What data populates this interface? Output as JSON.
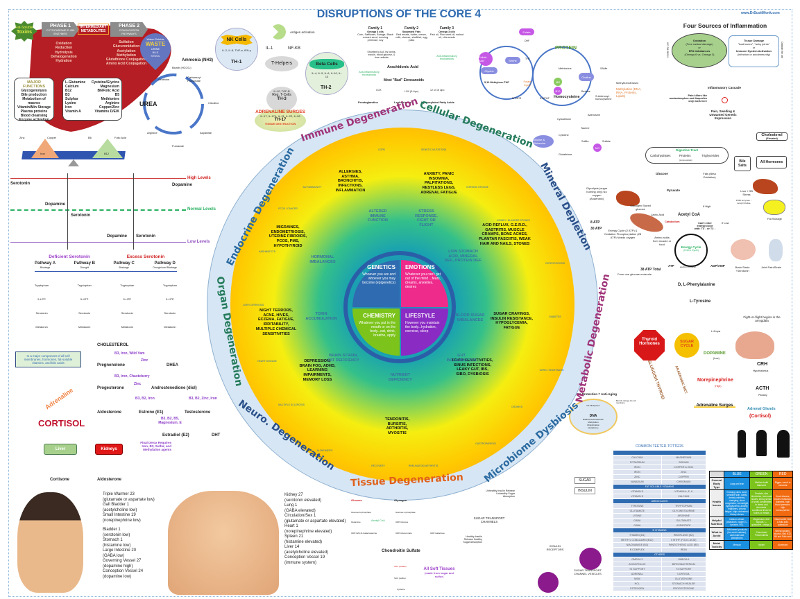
{
  "title": "DISRUPTIONS OF THE CORE 4",
  "website": "www.DrScottMonk.com",
  "liver": {
    "toxins": {
      "top": "Fat-Soluble",
      "bottom": "Toxins"
    },
    "phase1": {
      "label": "PHASE 1",
      "sub": "CYTOCHROME P-450 ENZYMES",
      "steps": [
        "Oxidation",
        "Reduction",
        "Hydrolysis",
        "Dehalogenation",
        "Hydration"
      ]
    },
    "intermediary": "INTERMEDIARY METABOLITES",
    "phase2": {
      "label": "PHASE 2",
      "sub": "CONJUGATION PATHWAYS",
      "steps": [
        "Sulfation",
        "Glucuronidation",
        "Acetylation",
        "Methylation",
        "Glutathione Conjugation",
        "Amino Acid Conjugation"
      ]
    },
    "waste": {
      "top": "Water-Soluble",
      "main": "WASTE",
      "sub": [
        "URINE",
        "BILE",
        "STOOL"
      ]
    },
    "functions": {
      "title": "MAJOR FUNCTIONS",
      "items": [
        "Glycogenolysis",
        "Bile production",
        "Metabolism of macros",
        "Vitamin/Min Storage",
        "Plasma proteins",
        "Blood cleansing",
        "Enzyme activation"
      ]
    },
    "nutrients_left": [
      "L-Glutamine",
      "Calcium",
      "B12",
      "B3",
      "Sulphur",
      "Lysine",
      "Iron",
      "Vitamin A"
    ],
    "nutrients_right": [
      "Cysteine/Glycine",
      "Magnesium",
      "B6/Folic Acid",
      "B5",
      "Methionine",
      "Arginine",
      "Copper/Zinc",
      "Vitamins D/E/K"
    ]
  },
  "urea": {
    "title": "UREA",
    "nodes": [
      "Ammonia (NH3)",
      "Bicarb (HCO3-)",
      "Carbamoyl Phosphate",
      "Citrulline",
      "Aspartate",
      "Fumarate",
      "Arginine",
      "Ornithine"
    ]
  },
  "mineral_balance": {
    "labels": [
      "Zinc",
      "Copper",
      "Iron",
      "B6",
      "Folic Acid",
      "B12"
    ]
  },
  "immune": {
    "antigen": "Antigen activation",
    "apc": "APC",
    "il1": "IL-1",
    "nfkb": "NF-KB",
    "nk": {
      "label": "NK Cells",
      "cytokines": "IL-2, IL-8, TNF-a, IFN-y",
      "th": "TH-1"
    },
    "thelpers": "T-Helpers",
    "beta": {
      "label": "Beta Cells",
      "cytokines": "IL-4, IL-5, IL-6, IL-10, IL-13",
      "th": "TH-2"
    },
    "treg": {
      "cytokines": "IL-10, TGF-B",
      "label": "Reg. T-Cells",
      "th": "TH-3"
    },
    "surges": {
      "label": "ADRENALINE SURGES",
      "cytokines": "IL-17, IL-17A, IL-21, IL-22, IL-26",
      "th": "TH-17",
      "sub": "TISSUE DESTRUCTION"
    }
  },
  "eicosanoids": {
    "families": [
      {
        "name": "Family 1",
        "type": "Omega 6 oils",
        "desc": "Corn, Safflower, Borage, Black currant seed, evening primrose, soy"
      },
      {
        "name": "Family 2",
        "type": "Saturated Fats",
        "desc": "Red meats, butter, cream, milk, cheese, shellfish, egg yolks"
      },
      {
        "name": "Family 3",
        "type": "Omega 3 oils",
        "desc": "Fish oil, Flax seed oil, walnut oil, chia seeds"
      }
    ],
    "shunted": "Shunted to A.A. by toxins, insulin, blood glucose, & free radicals",
    "anti1": "Anti-inflammatory eicosanoids",
    "anti3": "Anti-inflammatory eicosanoids",
    "arachidonic": "Arachidonic Acid",
    "bad": "Most \"Bad\" Eicosanoids",
    "cox": "COX",
    "lox": "LOX (5-Lipo)",
    "lipo": "12 or 15 Lipo",
    "products": [
      "Prostaglandins",
      "Leukotrienes",
      "Hydroxylated Fatty Acids"
    ]
  },
  "methylation": {
    "protein": "PROTEIN",
    "folate_cycle": "Folate Cycle",
    "homocysteine": "Homocysteine",
    "nodes": [
      "Folate",
      "DHF",
      "DHFR",
      "THF",
      "Serine",
      "Glycine",
      "B6",
      "Folinic Acid",
      "5,10 Methylene-THF",
      "B2",
      "MTHFR",
      "5-MTHF",
      "MS",
      "B12",
      "Methionine",
      "ATP",
      "Pi + PG",
      "SAMe",
      "Choline",
      "Betaine",
      "Methyltransferases",
      "S-Adenosyl-homocysteine",
      "Adenosine",
      "Cystathione",
      "Taurine",
      "Cysteine",
      "Sulfite",
      "Sulfate",
      "MO",
      "Glycine & Glutamine",
      "Glutathione"
    ],
    "methylation_out": "Methylation (DNA, RNA, Proteins, Lipids)"
  },
  "inflammation": {
    "title": "Four Sources of Inflammation",
    "inside": "Inside the cell",
    "outside": "Outside the cell",
    "oxidation": {
      "l1": "Oxidation",
      "l2": "(Free radical damage)",
      "or": "or",
      "l3": "EFA Imbalances",
      "l4": "(Omega 6 vs. Omega 3)"
    },
    "tissue": {
      "l1": "Tissue Damage",
      "l2": "\"bad knees\", \"achy joints\"",
      "or": "or",
      "l3": "Immune System Activation",
      "l4": "(infection or autoimmunity)"
    },
    "cascade": "Inflammatory Cascade",
    "painkillers": "Pain killers like acetaminophen and ibuprofen only work here",
    "result": "Pain, Swelling & Unwanted Genetic Expression"
  },
  "energy": {
    "cholesterol": "Cholesterol",
    "elevated": "(Elevated)",
    "bile": "Bile Salts",
    "hormones": "All Hormones",
    "digestive": "Digestive Tract",
    "carbs": "Carbohydrates",
    "proteins": "Proteins",
    "amino": "(Amino Acids)",
    "trigly": "Triglycerides",
    "glucose": "Glucose",
    "pyruvate": "Pyruvate",
    "fats": "Fats (Beta Oxidation)",
    "glycolysis": "Glycolysis (sugar burning only) No oxygen (Anaerobic)",
    "glycogen": "Glycogen Stored glucose",
    "lactic": "Lactic Acid",
    "acetyl": "Acetyl CoA",
    "ifhigh": "If High",
    "iflow": "If Low",
    "catabolism": "Catabolism",
    "cantenter": "Can't enter energy cycle with: T4 ↓ or T3 ↓",
    "liverstress": "Liver / GB Stress",
    "p450": "P450 enzymes ↑ Acetyl Choline",
    "fatstorage": "Fat Storage",
    "atp8": "8 ATP",
    "atp30": "30 ATP",
    "energy_desc": "Energy Cycle (2 ATP) & Oxidative Phosphorylation (28 ATP) Needs oxygen",
    "aminomuscle": "Amino acids from muscle or food",
    "krebs": "Energy Cycle",
    "krebs_sub": "(Kreb's Cycle)",
    "atp": "ATP",
    "transport": "electron transport",
    "adp": "ADP/AMP",
    "total": "38 ATP Total",
    "total_sub": "From one glucose molecule",
    "brain": "Brain Strain ↑Serotonin",
    "joint": "Joint Pain/Strain"
  },
  "adrenal": {
    "phenyl": "D, L-Phenylalanine",
    "tyrosine": "L-Tyrosine",
    "thyroid": "Thyroid Hormones",
    "sugar": "SUGAR CYCLE",
    "ldopa": "L-Dopa",
    "dopamine": "DOPAMINE",
    "dop_sub": "(Low)",
    "norepi": "Norepinephrine",
    "norepi_sub": "(High)",
    "fight": "Fight-or-flight begins in the amygdala",
    "crh": "CRH",
    "hypo": "Hypothalamus",
    "acth": "ACTH",
    "pit": "Pituitary",
    "glands": "Adrenal Glands",
    "cortisol": "(Cortisol)",
    "sluggish": "SLUGGISH THYROID",
    "anaerobic": "ANAEROBIC MET.",
    "surges": "Adrenaline Surges"
  },
  "dna": {
    "title": "DNA Protection = Anti-Aging",
    "nfkb": "NF-kB System",
    "inos": "iNOS",
    "oxidation": "Oxidation",
    "bad": "Bad oils damage the cell membrane",
    "center": "DNA",
    "lines": [
      "Balanced Eicosanoids",
      "Methylation",
      "Ubiquitination",
      "Glutathione"
    ]
  },
  "serotonin": {
    "levels": [
      "High Levels",
      "Normal Levels",
      "Low Levels"
    ],
    "labels": [
      "Serotonin",
      "Dopamine"
    ],
    "deficient": "Deficient Serotonin",
    "excess": "Excess Serotonin",
    "pathways": [
      {
        "name": "Pathway A",
        "sub": "Blockage"
      },
      {
        "name": "Pathway B",
        "sub": "Drought"
      },
      {
        "name": "Pathway C",
        "sub": "Blockage"
      },
      {
        "name": "Pathway D",
        "sub": "Drought and Blockage"
      }
    ],
    "chain": [
      "Tryptophan",
      "5-HTP",
      "Serotonin",
      "Melatonin"
    ]
  },
  "steroid": {
    "note": "Is a major component of all cell membranes, hormones, fat-soluble vitamins, and bile acids",
    "cholesterol": "CHOLESTEROL",
    "c1": "B3, Iron, Wild Yam",
    "pregnenolone": "Pregnenolone",
    "zinc": "Zinc",
    "dhea": "DHEA",
    "c2": "B3, Iron, Chasteberry",
    "progesterone": "Progesterone",
    "andro": "Androstenedione (diol)",
    "c3": "B3, B2, Iron",
    "c4": "B3, B2, Zinc, Iron",
    "adrenaline": "Adrenaline",
    "cortisol": "CORTISOL",
    "aldosterone": "Aldosterone",
    "estrone": "Estrone (E1)",
    "testosterone": "Testosterone",
    "c5": "B3, B2, B5, Magnesium, E",
    "estradiol": "Estradiol (E2)",
    "dht": "DHT",
    "detox": "Final Detox Requires Iron, B3, Sulfur, and Methylation agents",
    "liver": "Liver",
    "kidneys": "Kidneys",
    "cortisone": "Cortisone",
    "aldo2": "Aldosterone"
  },
  "face_points": [
    {
      "name": "Triple Warmer 23",
      "note": "(glutamate or aspartate low)"
    },
    {
      "name": "Gall Bladder 1",
      "note": "(acetylcholine low)"
    },
    {
      "name": "Small Intestine 19",
      "note": "(norepinephrine low)"
    },
    {
      "name": "Bladder 1",
      "note": "(serotonin low)"
    },
    {
      "name": "Stomach 1",
      "note": "(histamine low)"
    },
    {
      "name": "Large Intestine 20",
      "note": "(GABA low)"
    },
    {
      "name": "Governing Vessel 27",
      "note": "(dopamine high)"
    },
    {
      "name": "Conception Vessel 24",
      "note": "(dopamine low)"
    }
  ],
  "chest_points": [
    {
      "name": "Kidney 27",
      "note": "(serotonin elevated)"
    },
    {
      "name": "Lung 1",
      "note": "(GABA elevated)"
    },
    {
      "name": "Circulation/Sex 1",
      "note": "(glutamate or aspartate elevated)"
    },
    {
      "name": "Heart 1",
      "note": "(norepinephrine elevated)"
    },
    {
      "name": "Spleen 21",
      "note": "(histamine elevated)"
    },
    {
      "name": "Liver 14",
      "note": "(acetylcholine elevated)"
    },
    {
      "name": "Conception Vessel 19",
      "note": "(immune system)"
    }
  ],
  "chondroitin": {
    "glucose": "Glucose",
    "glycogen": "Glycogen",
    "g6p": "Glucose-6-phosphate",
    "g1p": "Glucose-1-phosphate",
    "acetyl": "Acetyl CoA",
    "glutamine": "Glutamine",
    "udpglucose": "UDP-Glucose",
    "udpnac": "UDP-NAc-D-Galactosamine",
    "udpgluc": "UDP-Glucuronate",
    "udpgal": "UDP-Galactose",
    "main": "Chondroitin Sulfate",
    "so4": "SO4 (sulfate)",
    "so3": "SO3 (sulfite)",
    "cysteine": "Cysteine",
    "soft": "All Soft Tissues",
    "soft_sub": "(made from sugar and sulfur)"
  },
  "insulin": {
    "sugar": "SUGAR",
    "insulin": "INSULIN",
    "unhealthy": "Unhealthy Insulin Release Unhealthy Sugar Absorption",
    "healthy": "Healthy Insulin Release Healthy Sugar Absorption",
    "channels": "SUGAR TRANSPORT CHANNELS",
    "receptors": "INSULIN RECEPTORS",
    "vesicles": "SUGAR TRANSPORT CHANNEL VESICLES"
  },
  "teeter": {
    "title": "COMMON TEETER-TOTTERS",
    "sections": [
      {
        "head": "",
        "rows": [
          [
            "CALCIUM",
            "MAGNESIUM"
          ],
          [
            "POTASSIUM",
            "SODIUM"
          ],
          [
            "IRON",
            "COPPER & ZINC"
          ],
          [
            "IRON",
            "ZINC"
          ],
          [
            "ZINC",
            "COPPER"
          ],
          [
            "VANADIUM",
            "CHROMIUM"
          ]
        ]
      },
      {
        "head": "FAT SOLUBLE VITAMINS",
        "rows": [
          [
            "VITAMIN D",
            "VITAMIN A, E, K"
          ],
          [
            "VITAMIN D",
            "CALCIUM"
          ]
        ]
      },
      {
        "head": "AMINO ACIDS",
        "rows": [
          [
            "TYROSINE",
            "TRYPTOPHAN"
          ],
          [
            "GLUTAMATE",
            "GLYCINE/TAURINE"
          ],
          [
            "LYSINE",
            "ARGININE"
          ],
          [
            "GABA",
            "GLUTAMATE"
          ],
          [
            "GABA",
            "ASPARTATE"
          ]
        ]
      },
      {
        "head": "B VITAMINS",
        "rows": [
          [
            "THIAMIN (B1)",
            "RIBOFLAVIN (B2)"
          ],
          [
            "METHYL COBALAMIN (B12)",
            "5 MTHF (FOLIC ACID)"
          ],
          [
            "NIACINAMIDE (B3)",
            "PANTOTHENIC ACID (B5)"
          ],
          [
            "B COMPLEX",
            "IRON"
          ]
        ]
      },
      {
        "head": "OTHERS",
        "rows": [
          [
            "OMEGA 3",
            "OMEGA 6"
          ],
          [
            "ACIDOPHILUS",
            "BIFIDOBACTERIUM"
          ],
          [
            "T4 SUPPORT",
            "T3 SUPPORT"
          ],
          [
            "ADRENAL",
            "CORTISOL"
          ],
          [
            "MSM",
            "GLUTATHIONE"
          ],
          [
            "HCL",
            "STOMACH HEALER"
          ],
          [
            "ESTROGEN",
            "PROGESTERONE"
          ]
        ]
      }
    ]
  },
  "bodytype": {
    "columns": [
      "BLUE",
      "GREEN",
      "RED"
    ],
    "colors": [
      "#1a8fe0",
      "#7cc41c",
      "#f26a10"
    ],
    "rows": [
      {
        "label": "General Body Type",
        "cells": [
          "Long and lean",
          "Medium build balanced",
          "Bigger, round or muscular"
        ]
      },
      {
        "label": "Health Issues",
        "cells": [
          "Growing pains, acne, sensitive skin, colitis, dental problems, cramping, sinus congestion, overweight, hypoglycemia, anxiety, migraines, chronic fatigue, high cholesterol, kidney stones",
          "Prostate, skin blemishes, hormonal issues, strong sense of smell, sensitivities to stress and chemicals, conditions linked to toxins or metals",
          "Heart disease, insulin resistance, diabetes, high blood pressure, high homocysteine"
        ]
      },
      {
        "label": "Helpful Nutrition",
        "cells": [
          "Calcium citrate, potassium, copper, L-tyrosine, HCL",
          "Magnesium, liver support, L-glutamine, omega-3",
          "Vitamins B6, B12 & folic acid, potassium"
        ]
      },
      {
        "label": "What to Avoid",
        "cells": [
          "Milk based products (too much calcium), carbonate and phosphorus",
          "Chemicals/ Preservatives",
          "Wheat (gluten), alcohol, salt, B12, B6 and Folic acid"
        ]
      },
      {
        "label": "Metal Toxicity",
        "cells": [
          "Mercury",
          "Nickel",
          "Aluminum"
        ]
      }
    ]
  },
  "wheel": {
    "degenerations": [
      "Immune Degeneration",
      "Cellular Degeneration",
      "Mineral Depletion",
      "Metabolic Degeneration",
      "Microbiome Dysbiosis",
      "Tissue Degeneration",
      "Neuro. Degeneration",
      "Organ Degeneration",
      "Endocrine Degeneration"
    ],
    "conditions": [
      "ALLERGIES, ASTHMA, BRONCHITIS, INFECTIONS, INFLAMMATION",
      "ANXIETY, PANIC INSOMNIA, PALPITATIONS, RESTLESS LEGS, ADRENAL FATIGUE",
      "ACID REFLUX, G.E.R.D., GASTRITIS, MUSCLE CRAMPS, BONE ACHES, PLANTAR FASCIITIS, WEAK HAIR AND NAILS, STONES",
      "SUGAR CRAVINGS, INSULIN RESISTANCE, HYPOGLYCEMIA, FATIGUE",
      "FOOD SENSITIVITIES, SINUS INFECTIONS, LEAKY GUT, IBS, SIBO, DYSBIOSIS",
      "TENDONITIS, BURSITIS, ARTHRITIS, MYOSITIS",
      "DEPRESSION, BRAIN FOG, ADHD, LEARNING IMPAIRMENTS, MEMORY LOSS",
      "NIGHT TERRORS, ACNE, HIVES, ECZEMA, FATIGUE, IRRITABILITY, MULTIPLE CHEMICAL SENSITIVITIES",
      "MIGRAINES, ENDOMETRIOSIS, UTERINE FIBROIDS, PCOS, PMS, HYPOTHYROID"
    ],
    "inner": [
      "ALTERED IMMUNE FUNCTION",
      "STRESS RESPONSE, FIGHT OR FLIGHT",
      "LOW STOMACH ACID, MINERAL DEF., PROTEIN DEF.",
      "BLOOD SUGAR IMBALANCES",
      "GUT INFLAMMATION",
      "NUTRIENT DEFICIENCY",
      "BRAIN STRAIN, FAT DEFICIENCY",
      "TOXIN ACCUMULATION",
      "HORMONAL IMBALANCES"
    ],
    "icons": [
      "AUTOIMMUNITY",
      "COPD",
      "GENETIC MUTATIONS",
      "CHRONIC FATIGUE",
      "KIDNEY / BLADDER STONES",
      "OSTEOPOROSIS",
      "DIABETES",
      "GERD / HEARTBURN",
      "CROHN'S",
      "GASTROPARESIS",
      "RHEUMATOID ARTHRITIS",
      "RECOVERY",
      "ALZHEIMER'S",
      "MULTIPLE SCLEROSIS",
      "HEART DISEASE",
      "LIVER CIRRHOSIS",
      "HASHIMOTO'S",
      "PCOS / CANCER"
    ],
    "core": [
      {
        "title": "GENETICS",
        "text": "Whoever you are and whoever you may become (epigenetics)",
        "color": "#2f6bb0"
      },
      {
        "title": "EMOTIONS",
        "text": "Whatever you can't get out of the mind ...fears, dreams, anxieties, desires",
        "color": "#ee2a8b"
      },
      {
        "title": "CHEMISTRY",
        "text": "Whatever you put in the mouth or on the body...eat, drink, breathe, apply",
        "color": "#7cc41c"
      },
      {
        "title": "LIFESTYLE",
        "text": "However you maintain the body...hydration, exercise, sleep",
        "color": "#8a2bc4"
      }
    ]
  }
}
